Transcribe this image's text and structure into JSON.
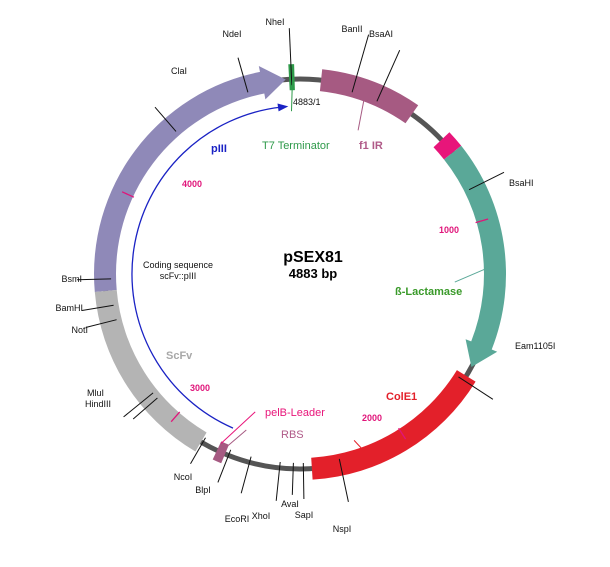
{
  "plasmid": {
    "name": "pSEX81",
    "size_label": "4883 bp",
    "total_bp": 4883,
    "origin_label": "4883/1"
  },
  "colors": {
    "backbone": "#555555",
    "piii": "#8f89b8",
    "scfv": "#b4b4b4",
    "f1": "#a65a82",
    "blactamase": "#5aa898",
    "cole1": "#e3202a",
    "t7": "#2e9a4a",
    "pink_block": "#e8157a",
    "coding_line": "#1a22c4",
    "ticks": "#e0157a"
  },
  "features": [
    {
      "id": "piii",
      "name": "pIII",
      "color": "#8f89b8",
      "label_color": "#1a22c4"
    },
    {
      "id": "scfv",
      "name": "ScFv",
      "color": "#b4b4b4",
      "label_color": "#a8a8a8"
    },
    {
      "id": "f1",
      "name": "f1 IR",
      "color": "#a65a82",
      "label_color": "#b05a88"
    },
    {
      "id": "blactamase",
      "name": "ß-Lactamase",
      "color": "#5aa898",
      "label_color": "#3a9a2a"
    },
    {
      "id": "cole1",
      "name": "ColE1",
      "color": "#e3202a",
      "label_color": "#e3202a"
    },
    {
      "id": "t7",
      "name": "T7 Terminator",
      "color": "#2e9a4a",
      "label_color": "#2e9a4a"
    },
    {
      "id": "pelb",
      "name": "pelB-Leader",
      "color": "#e8157a",
      "label_color": "#e8157a"
    },
    {
      "id": "rbs",
      "name": "RBS",
      "color": "#a65a82",
      "label_color": "#b05a88"
    }
  ],
  "coding_sequence": {
    "line1": "Coding sequence",
    "line2": "scFv::pIII"
  },
  "position_markers": [
    "1000",
    "2000",
    "3000",
    "4000"
  ],
  "restriction_sites": [
    "NdeI",
    "NheI",
    "BanII",
    "BsaAI",
    "BsaHI",
    "Eam1105I",
    "NspI",
    "SapI",
    "AvaI",
    "XhoI",
    "EcoRI",
    "BlpI",
    "NcoI",
    "MluI",
    "HindIII",
    "NotI",
    "BamHI",
    "BsmI",
    "ClaI"
  ]
}
